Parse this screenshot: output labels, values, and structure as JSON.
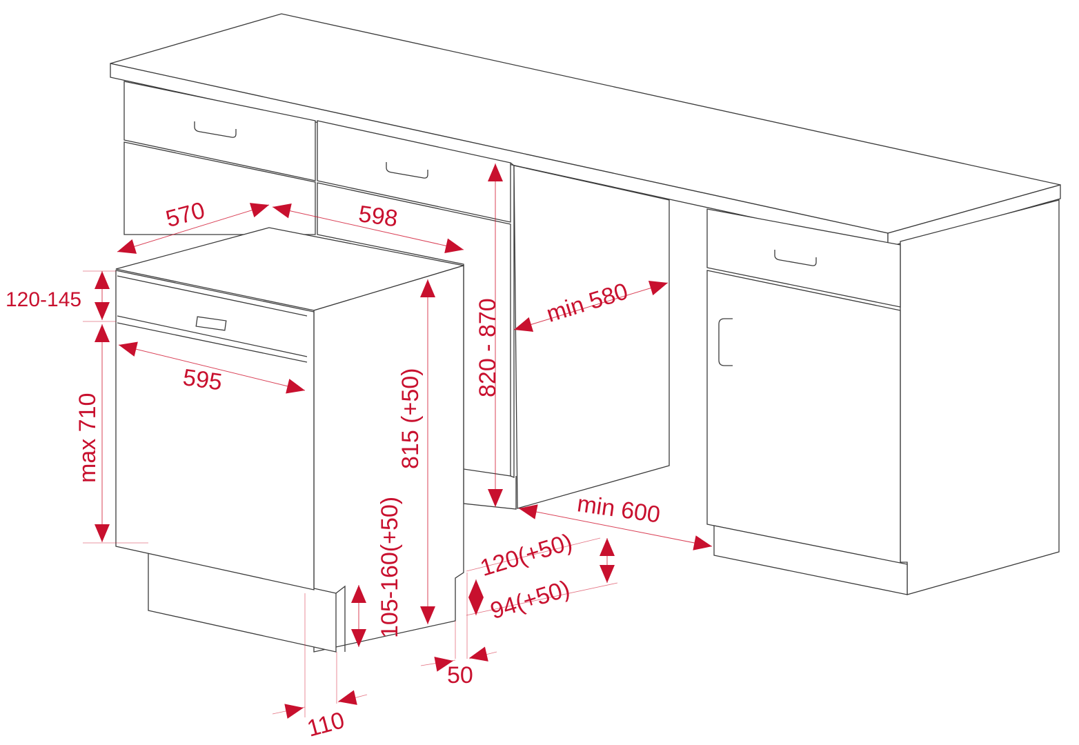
{
  "diagram": {
    "accent_color": "#c8102e",
    "line_color": "#3a3a3a",
    "labels": {
      "depth": "570",
      "niche_width": "598",
      "panel_height": "120-145",
      "width": "595",
      "door_height": "max 710",
      "height": "815 (+50)",
      "niche_height": "820 - 870",
      "min_niche_width": "min 580",
      "min_niche_depth": "min 600",
      "plinth_height": "120(+50)",
      "plinth_height_min": "94(+50)",
      "plinth_depth_range": "105-160(+50)",
      "plinth_setback": "50",
      "door_plinth_offset": "110"
    }
  }
}
